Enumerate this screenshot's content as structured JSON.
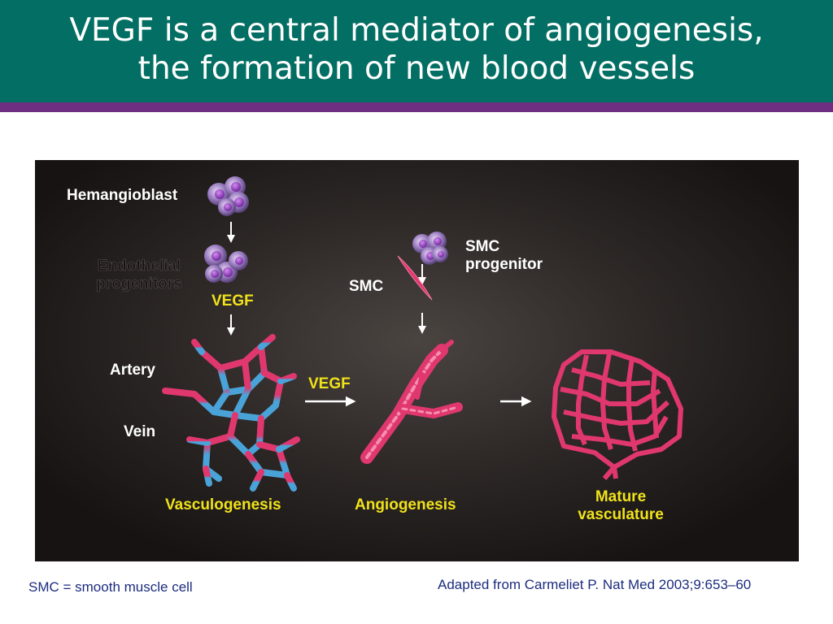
{
  "title": {
    "line1": "VEGF is a central mediator of angiogenesis,",
    "line2": "the formation of new blood vessels"
  },
  "diagram": {
    "hemangioblast": "Hemangioblast",
    "endothelial_progenitors_1": "Endothelial",
    "endothelial_progenitors_2": "progenitors",
    "vegf_top": "VEGF",
    "smc_progenitor_1": "SMC",
    "smc_progenitor_2": "progenitor",
    "smc": "SMC",
    "artery": "Artery",
    "vein": "Vein",
    "vegf_middle": "VEGF",
    "vasculogenesis": "Vasculogenesis",
    "angiogenesis": "Angiogenesis",
    "mature_vasculature_1": "Mature",
    "mature_vasculature_2": "vasculature"
  },
  "footer": {
    "abbreviation": "SMC = smooth muscle cell",
    "citation": "Adapted from Carmeliet P. Nat Med 2003;9:653–60"
  },
  "colors": {
    "header": "#036e63",
    "stripe": "#6e2f82",
    "vessel_pink": "#e0376f",
    "vessel_blue": "#4aa3d8",
    "vegf_label": "#f0e21a",
    "footer_text": "#1d2c7e"
  }
}
